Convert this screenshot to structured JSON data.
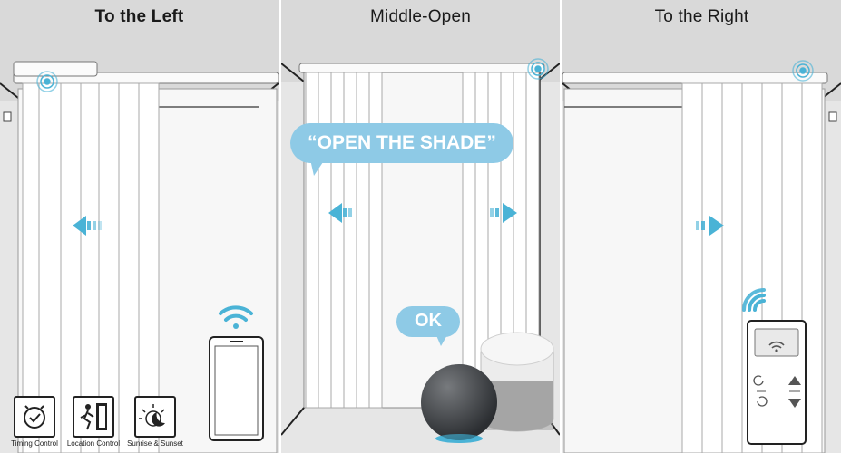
{
  "panels": [
    {
      "title": "To the Left"
    },
    {
      "title": "Middle-Open"
    },
    {
      "title": "To the Right"
    }
  ],
  "voice_command": "“OPEN THE SHADE”",
  "voice_reply": "OK",
  "features": [
    {
      "label": "Timing Control",
      "icon": "alarm-clock-icon"
    },
    {
      "label": "Location Control",
      "icon": "running-exit-icon"
    },
    {
      "label": "Sunrise & Sunset",
      "icon": "sun-moon-icon"
    }
  ],
  "colors": {
    "accent": "#4ab3d6",
    "bubble": "#8ecae6",
    "wall": "#d9d9d9",
    "speaker_dark": "#3d4146",
    "speaker_light": "#e9e9e9"
  }
}
